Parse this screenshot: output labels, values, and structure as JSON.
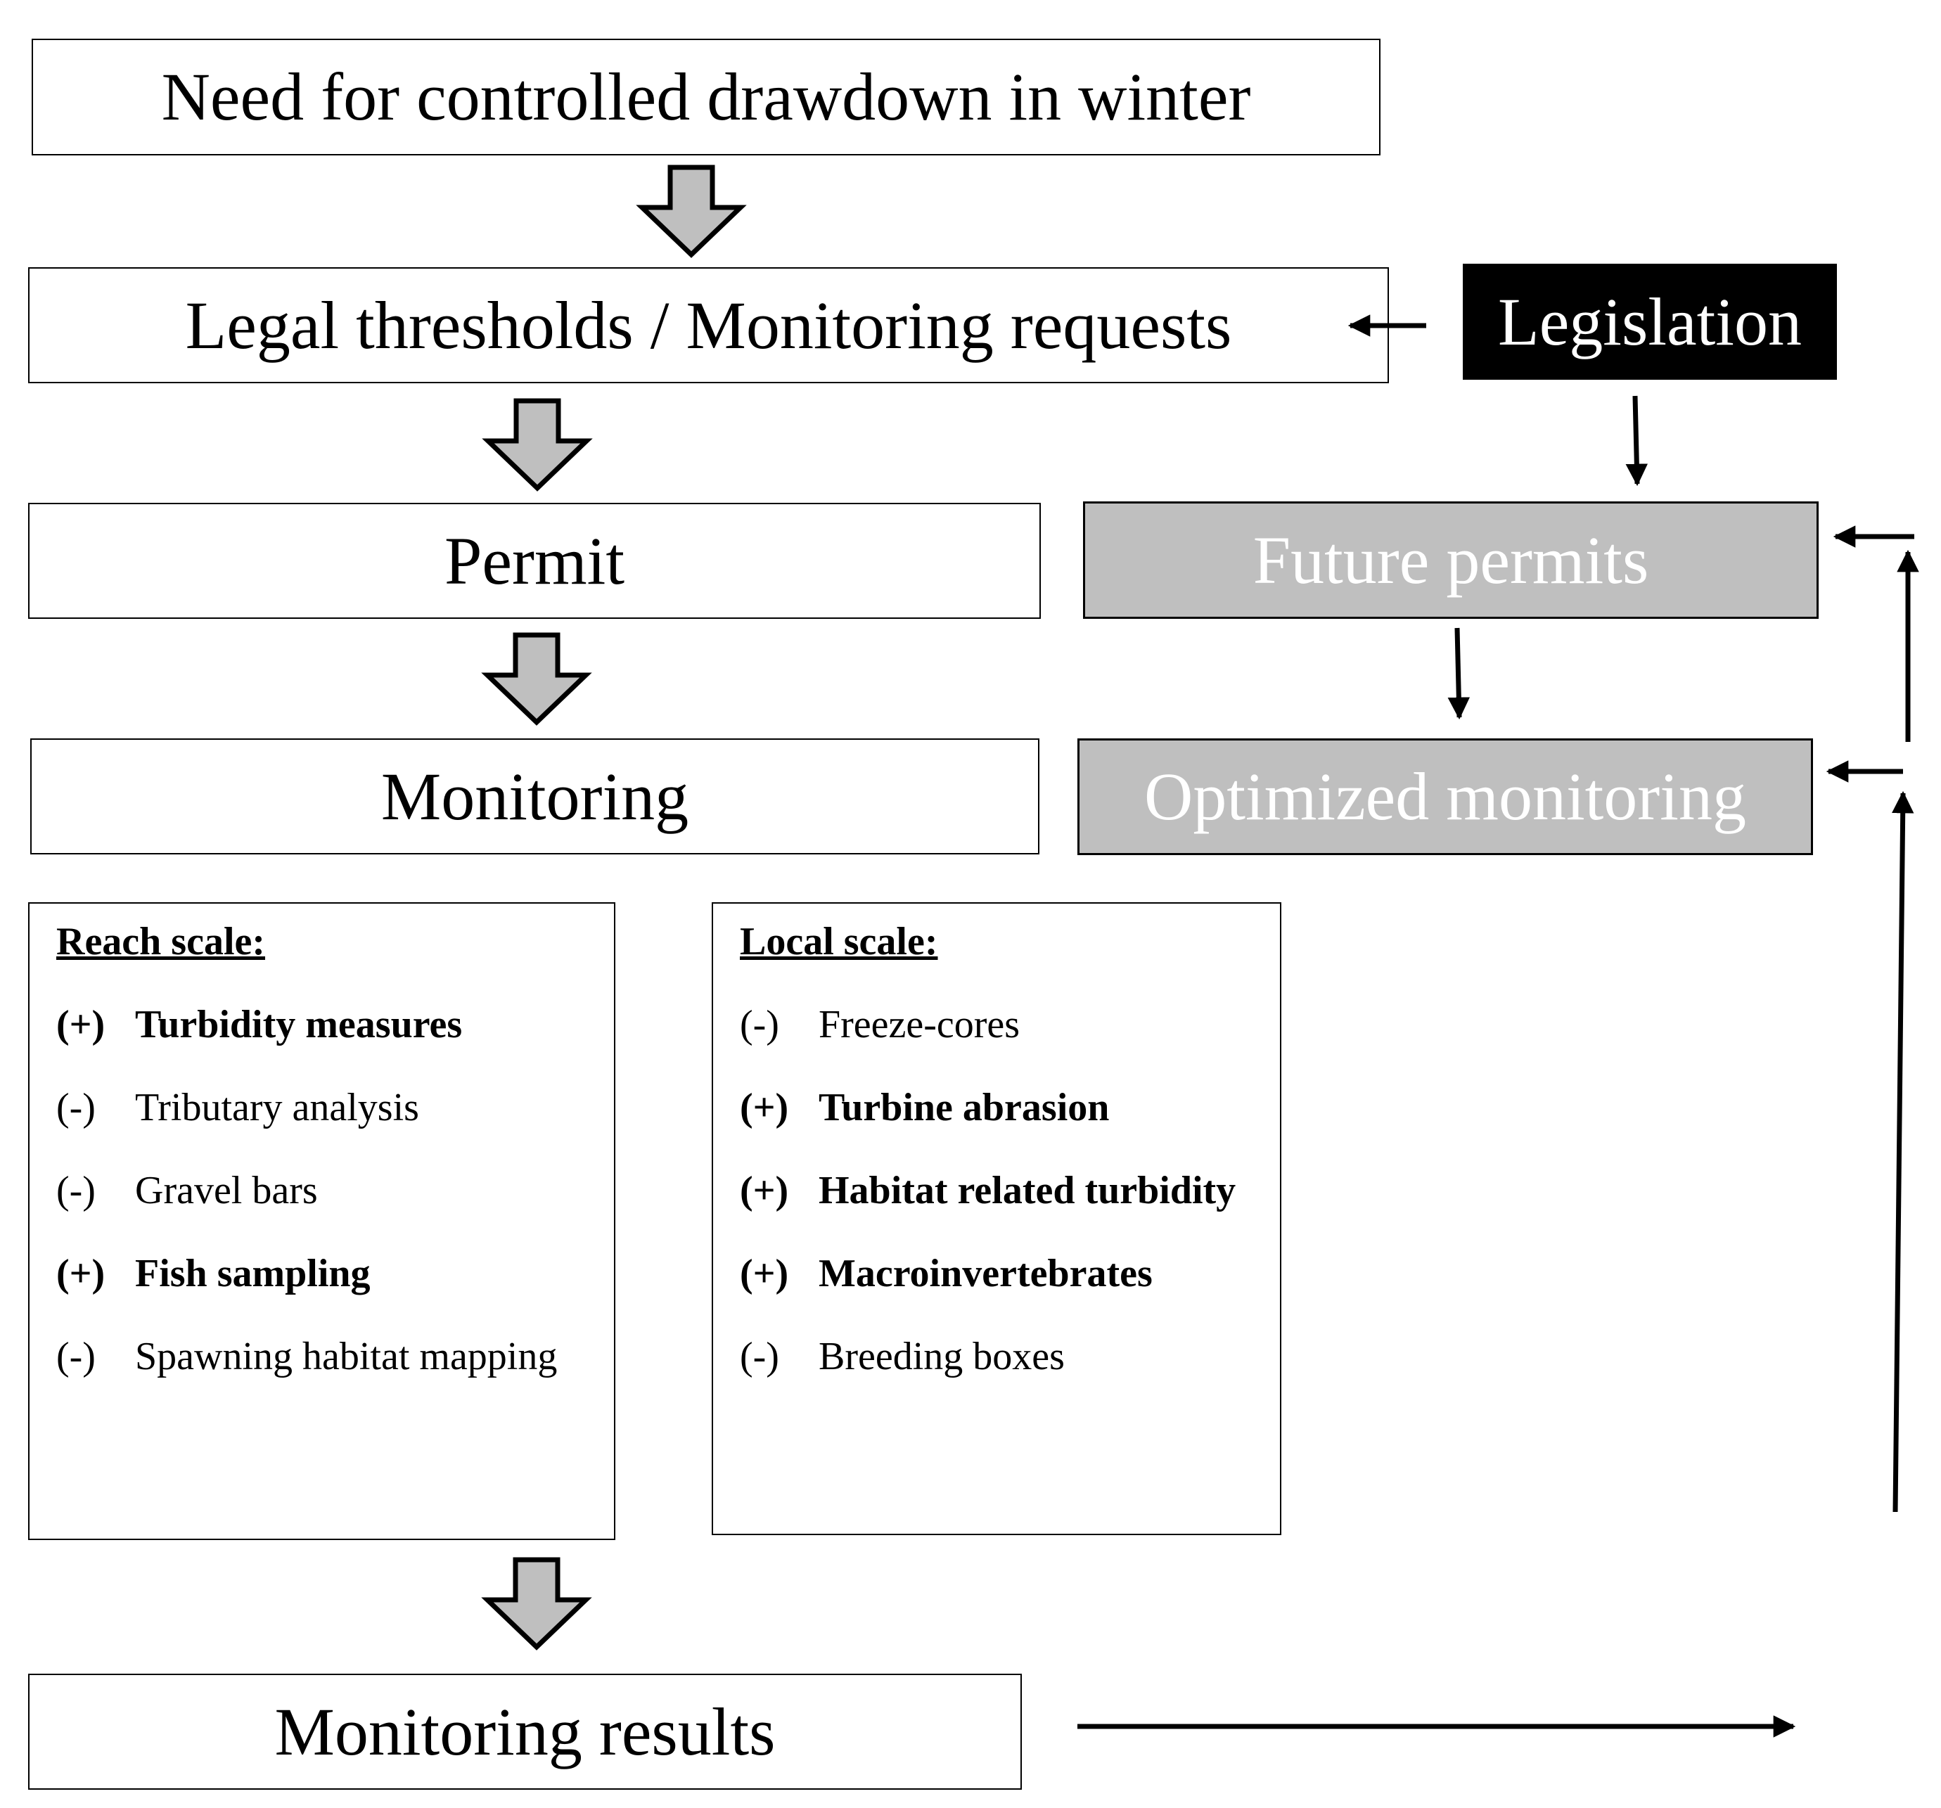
{
  "boxes": {
    "need": "Need for controlled drawdown in winter",
    "legal": "Legal thresholds / Monitoring requests",
    "legislation": "Legislation",
    "permit": "Permit",
    "future_permits": "Future permits",
    "monitoring": "Monitoring",
    "optimized_monitoring": "Optimized monitoring",
    "results": "Monitoring results"
  },
  "reach": {
    "heading": "Reach scale:",
    "items": [
      {
        "sign": "(+)",
        "text": "Turbidity measures",
        "emphasis": true
      },
      {
        "sign": "(-)",
        "text": "Tributary analysis",
        "emphasis": false
      },
      {
        "sign": "(-)",
        "text": "Gravel bars",
        "emphasis": false
      },
      {
        "sign": "(+)",
        "text": "Fish sampling",
        "emphasis": true
      },
      {
        "sign": "(-)",
        "text": "Spawning habitat mapping",
        "emphasis": false
      }
    ]
  },
  "local": {
    "heading": "Local scale:",
    "items": [
      {
        "sign": "(-)",
        "text": "Freeze-cores",
        "emphasis": false
      },
      {
        "sign": "(+)",
        "text": "Turbine abrasion",
        "emphasis": true
      },
      {
        "sign": "(+)",
        "text": "Habitat related turbidity",
        "emphasis": true
      },
      {
        "sign": "(+)",
        "text": "Macroinvertebrates",
        "emphasis": true
      },
      {
        "sign": "(-)",
        "text": "Breeding boxes",
        "emphasis": false
      }
    ]
  },
  "colors": {
    "box_fill": "#ffffff",
    "dark_fill": "#000000",
    "grey_fill": "#bfbfbf",
    "block_arrow_fill": "#bfbfbf",
    "line": "#000000"
  }
}
